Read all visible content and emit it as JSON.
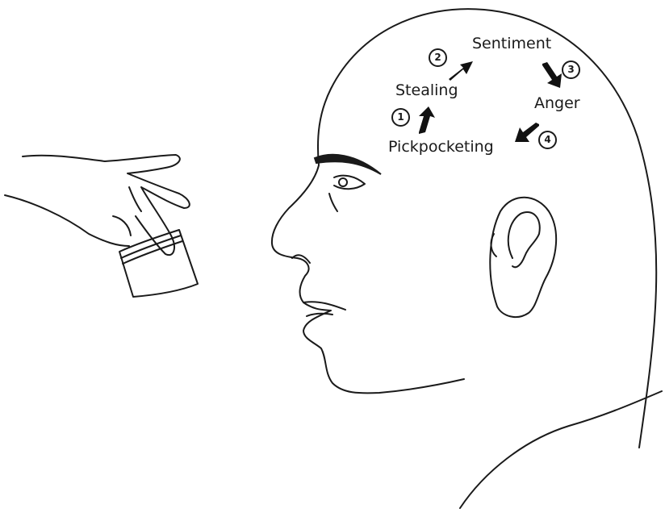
{
  "diagram": {
    "steps": [
      {
        "number": "1",
        "label": "Pickpocketing"
      },
      {
        "number": "2",
        "label": "Stealing"
      },
      {
        "number": "3",
        "label": "Sentiment"
      },
      {
        "number": "4",
        "label": "Anger"
      }
    ],
    "ink_color": "#1a1a1a",
    "background": "#ffffff",
    "illustration": {
      "head": "profile-head-icon",
      "hand": "hand-icon",
      "wallet": "wallet-icon"
    }
  }
}
